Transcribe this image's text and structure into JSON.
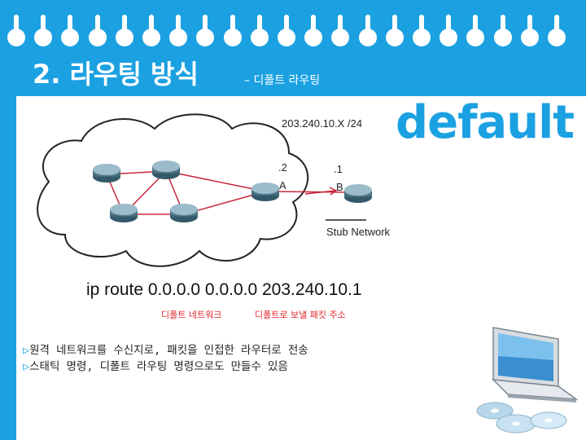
{
  "slide": {
    "title": "2. 라우팅 방식",
    "subtitle": "– 디폴트 라우팅",
    "keyword": "default"
  },
  "diagram": {
    "network_label": "203.240.10.X /24",
    "router_a_port": ".2",
    "router_a_name": "A",
    "router_b_port": ".1",
    "router_b_name": "B",
    "stub_label": "Stub Network"
  },
  "command": {
    "text": "ip route 0.0.0.0 0.0.0.0 203.240.10.1",
    "note_left": "디폴트 네트워크",
    "note_right": "디폴트로 보낼 패킷 주소"
  },
  "bullets": [
    "원격 네트워크를 수신지로, 패킷을 인접한 라우터로 전송",
    "스태틱 명령, 디폴트 라우팅 명령으로도 만들수 있음"
  ],
  "colors": {
    "accent": "#1ba1e2",
    "note_red": "#e0242b"
  }
}
